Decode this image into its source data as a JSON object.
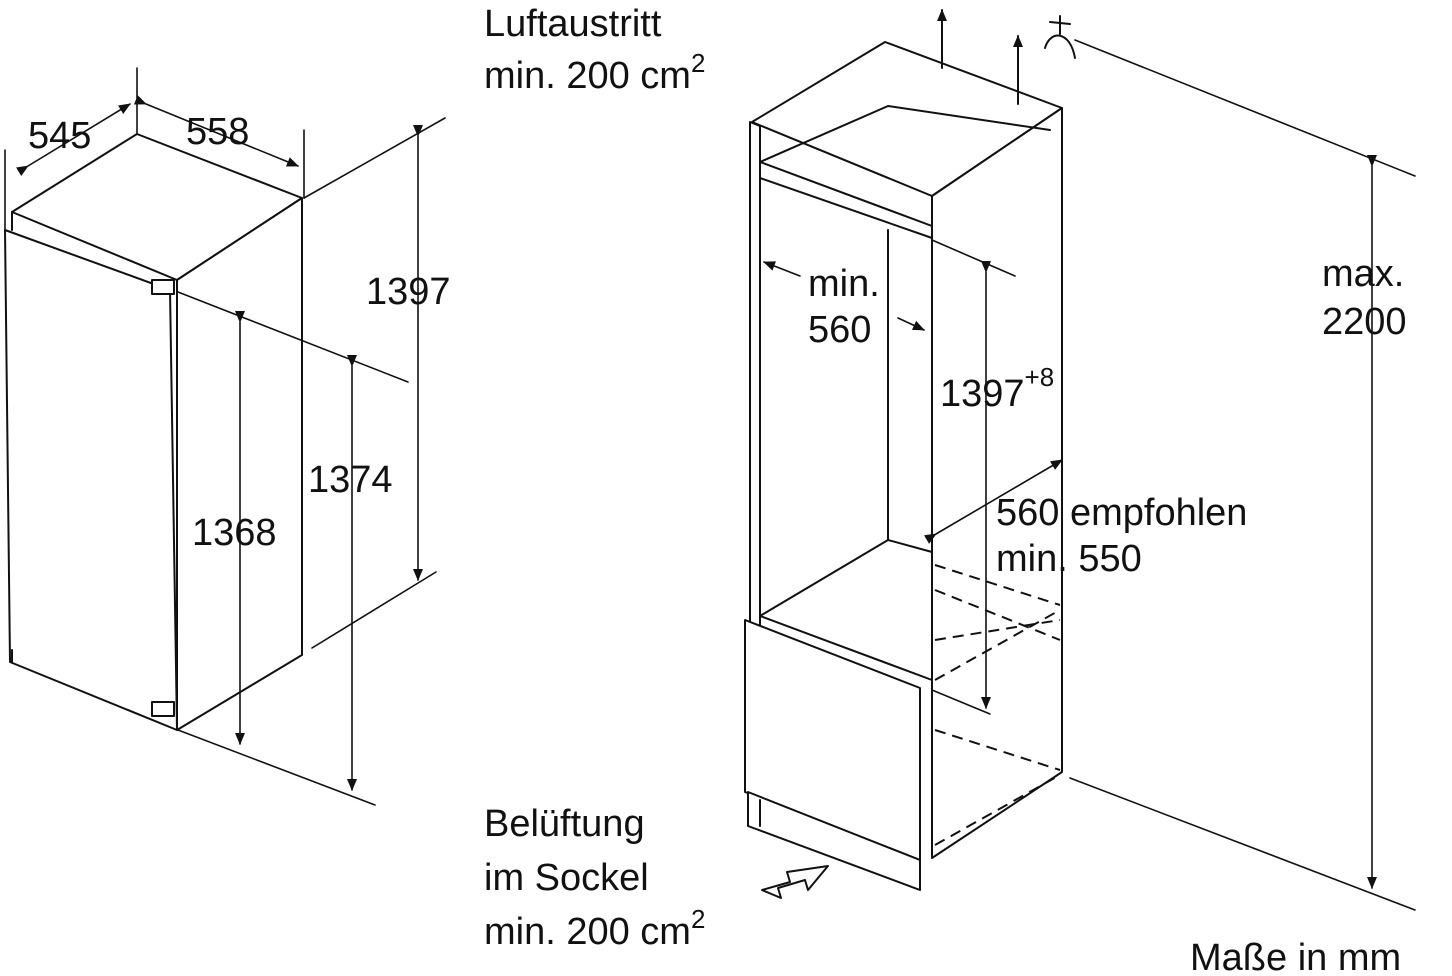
{
  "appliance": {
    "width": "545",
    "depth": "558",
    "total_height": "1397",
    "side_height": "1374",
    "front_height": "1368"
  },
  "niche": {
    "min_width_line1": "min.",
    "min_width_line2": "560",
    "height": "1397",
    "height_tolerance": "+8",
    "depth_line1": "560 empfohlen",
    "depth_line2": "min. 550",
    "max_height_line1": "max.",
    "max_height_line2": "2200"
  },
  "ventilation": {
    "outlet_line1": "Luftaustritt",
    "outlet_line2": "min. 200 cm",
    "outlet_unit_sup": "2",
    "inlet_line1": "Belüftung",
    "inlet_line2": "im Sockel",
    "inlet_line3": "min. 200 cm",
    "inlet_unit_sup": "2"
  },
  "footer": {
    "units_note": "Maße in mm"
  }
}
